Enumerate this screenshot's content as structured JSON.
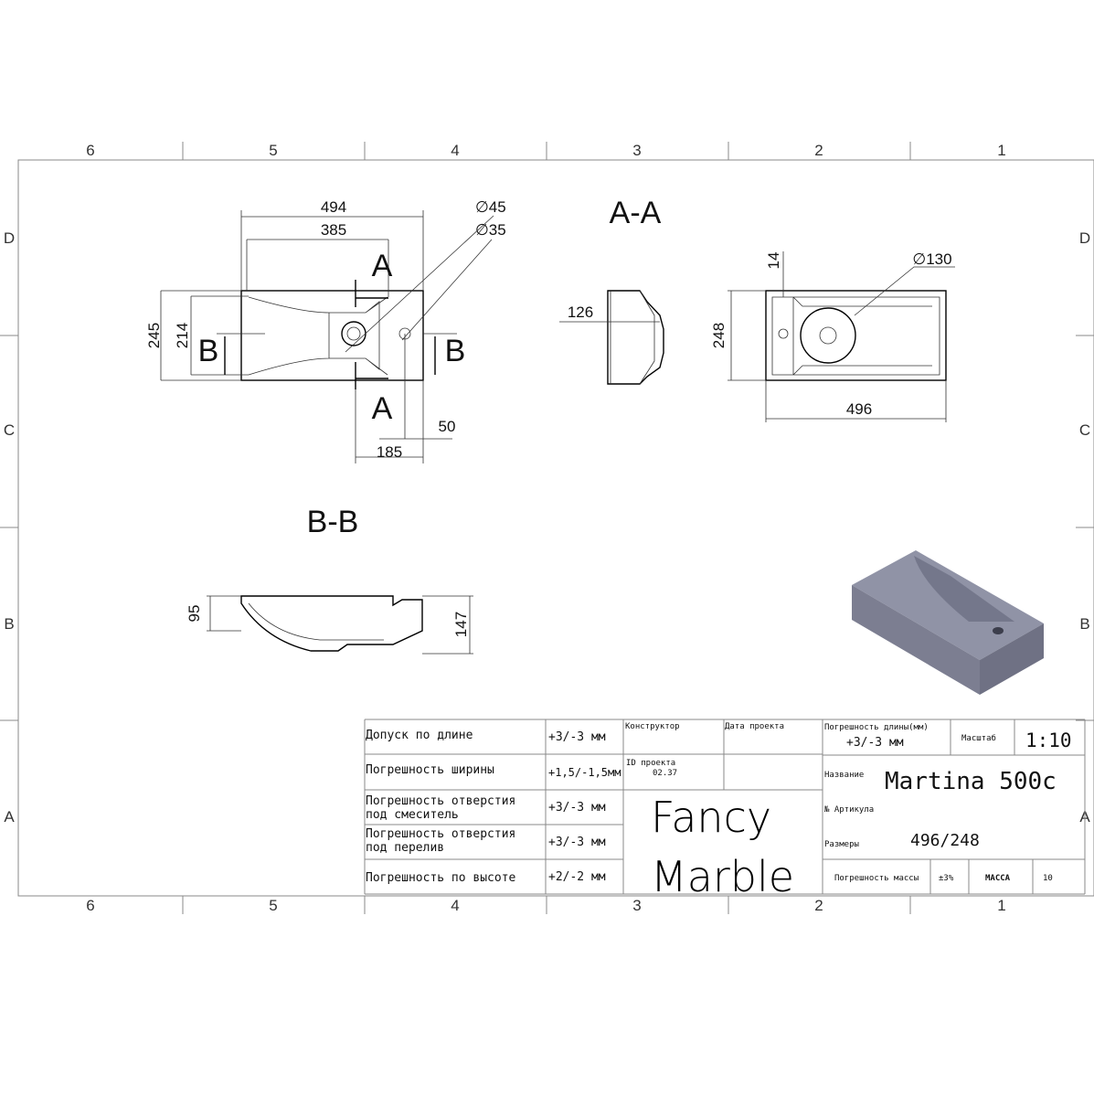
{
  "zones": {
    "columns": [
      "6",
      "5",
      "4",
      "3",
      "2",
      "1"
    ],
    "rows": [
      "D",
      "C",
      "B",
      "A"
    ]
  },
  "top_view": {
    "dims": {
      "overall_length": "494",
      "bowl_length": "385",
      "overall_width": "245",
      "bowl_width": "214",
      "hole_offset": "50",
      "drain_offset": "185",
      "drain_diameter": "∅45",
      "faucet_diameter": "∅35"
    },
    "section_a": "A",
    "section_b": "B"
  },
  "section_aa": {
    "title": "A-A",
    "depth": "126"
  },
  "side_view": {
    "dims": {
      "rim": "14",
      "drain_diameter": "∅130",
      "width": "248",
      "length": "496"
    }
  },
  "section_bb": {
    "title": "B-B",
    "inner_depth": "95",
    "height": "147"
  },
  "title_block": {
    "tolerances": [
      {
        "label": "Допуск по длине",
        "value": "+3/-3 мм"
      },
      {
        "label": "Погрешность ширины",
        "value": "+1,5/-1,5мм"
      },
      {
        "label": "Погрешность отверстия под смеситель",
        "value": "+3/-3 мм"
      },
      {
        "label": "Погрешность отверстия под перелив",
        "value": "+3/-3 мм"
      },
      {
        "label": "Погрешность по высоте",
        "value": "+2/-2 мм"
      }
    ],
    "designer_label": "Конструктор",
    "project_date_label": "Дата проекта",
    "project_id_label": "ID проекта",
    "project_id": "02.37",
    "company_line1": "Fancy",
    "company_line2": "Marble",
    "length_tol_label": "Погрешность длины(мм)",
    "length_tol_value": "+3/-3 мм",
    "scale_label": "Масштаб",
    "scale": "1:10",
    "name_label": "Название",
    "name": "Martina 500c",
    "article_label": "№ Артикула",
    "size_label": "Размеры",
    "size": "496/248",
    "mass_tol_label": "Погрешность массы",
    "mass_tol": "±3%",
    "mass_label": "МАССА",
    "mass": "10"
  },
  "colors": {
    "render_top": "#8e90a3",
    "render_side": "#6f7184",
    "render_front": "#7c7e91"
  }
}
